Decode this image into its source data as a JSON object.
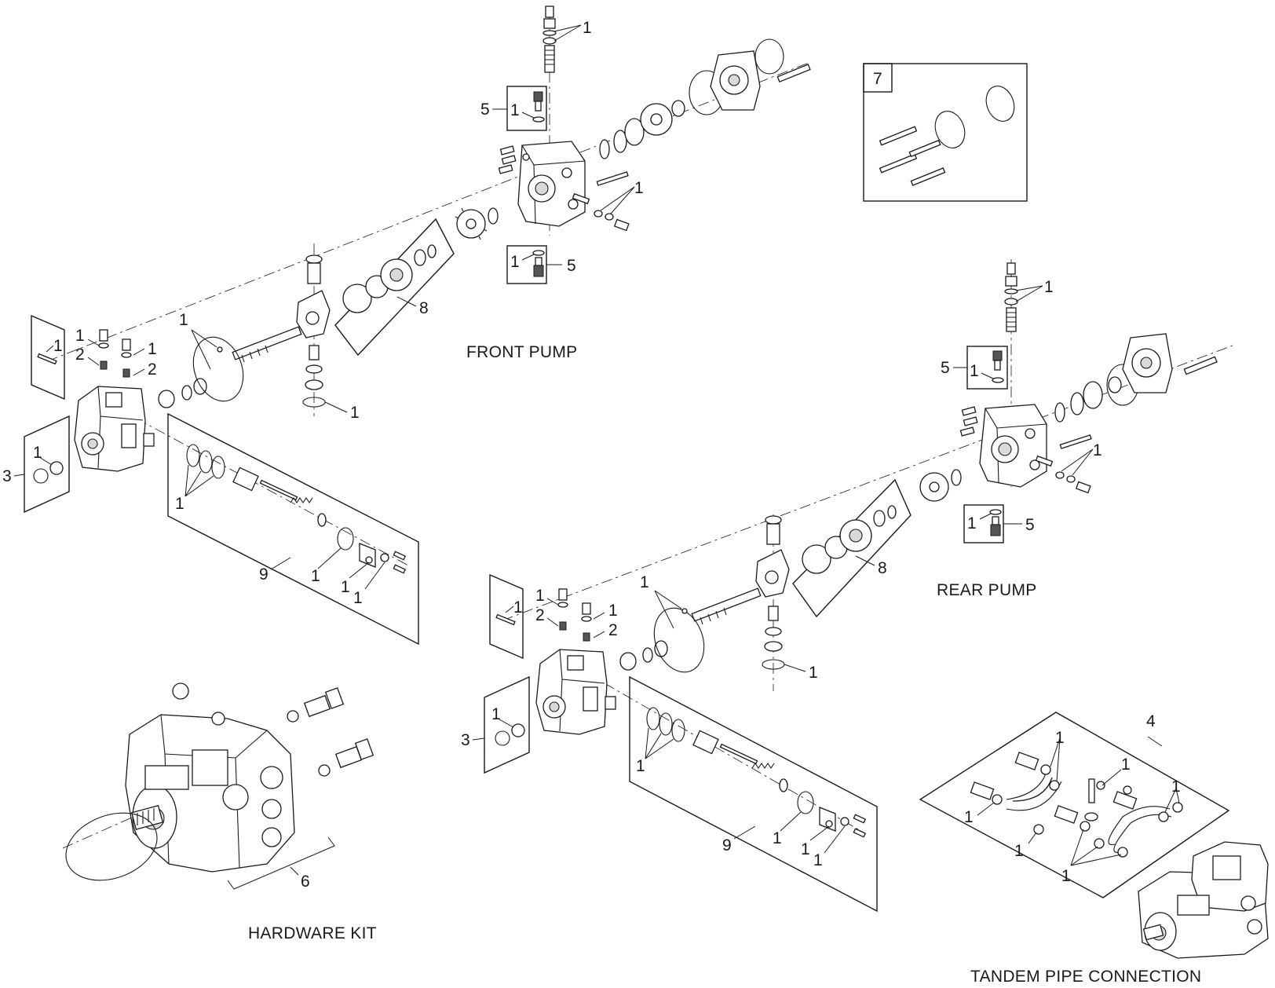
{
  "captions": {
    "front_pump": "FRONT PUMP",
    "rear_pump": "REAR PUMP",
    "hardware_kit": "HARDWARE KIT",
    "tandem_pipe_connection": "TANDEM PIPE CONNECTION"
  },
  "callouts": {
    "front_top_stem": "1",
    "front_top_valve_box": "5",
    "front_top_valve_oring": "1",
    "front_bottom_valve_oring": "1",
    "front_bottom_valve_box": "5",
    "front_side_fittings": "1",
    "front_rotating_kit": "8",
    "front_shaft_oring": "1",
    "front_charge_stack": "1",
    "front_left_panel": "1",
    "front_fitting_a": "1",
    "front_fitting_a_seal": "2",
    "front_fitting_b": "1",
    "front_fitting_b_seal": "2",
    "front_snap_box": "3",
    "front_snap_ring": "1",
    "front_control_orings": "1",
    "front_control_kit": "9",
    "front_control_seal_a": "1",
    "front_control_seal_b": "1",
    "front_control_seal_c": "1",
    "seal_kit": "7",
    "rear_top_stem": "1",
    "rear_top_valve_box": "5",
    "rear_top_valve_oring": "1",
    "rear_bottom_valve_oring": "1",
    "rear_bottom_valve_box": "5",
    "rear_side_fittings": "1",
    "rear_rotating_kit": "8",
    "rear_shaft_oring": "1",
    "rear_charge_stack": "1",
    "rear_left_panel": "1",
    "rear_fitting_a": "1",
    "rear_fitting_a_seal": "2",
    "rear_fitting_b": "1",
    "rear_fitting_b_seal": "2",
    "rear_snap_box": "3",
    "rear_snap_ring": "1",
    "rear_control_orings": "1",
    "rear_control_kit": "9",
    "rear_control_seal_a": "1",
    "rear_control_seal_b": "1",
    "rear_control_seal_c": "1",
    "hardware_kit": "6",
    "tandem_kit": "4",
    "tandem_elbow_orings": "1",
    "tandem_tee_oring": "1",
    "tandem_right_orings": "1",
    "tandem_left_oring": "1",
    "tandem_lower_left_oring": "1",
    "tandem_bottom_orings": "1"
  }
}
